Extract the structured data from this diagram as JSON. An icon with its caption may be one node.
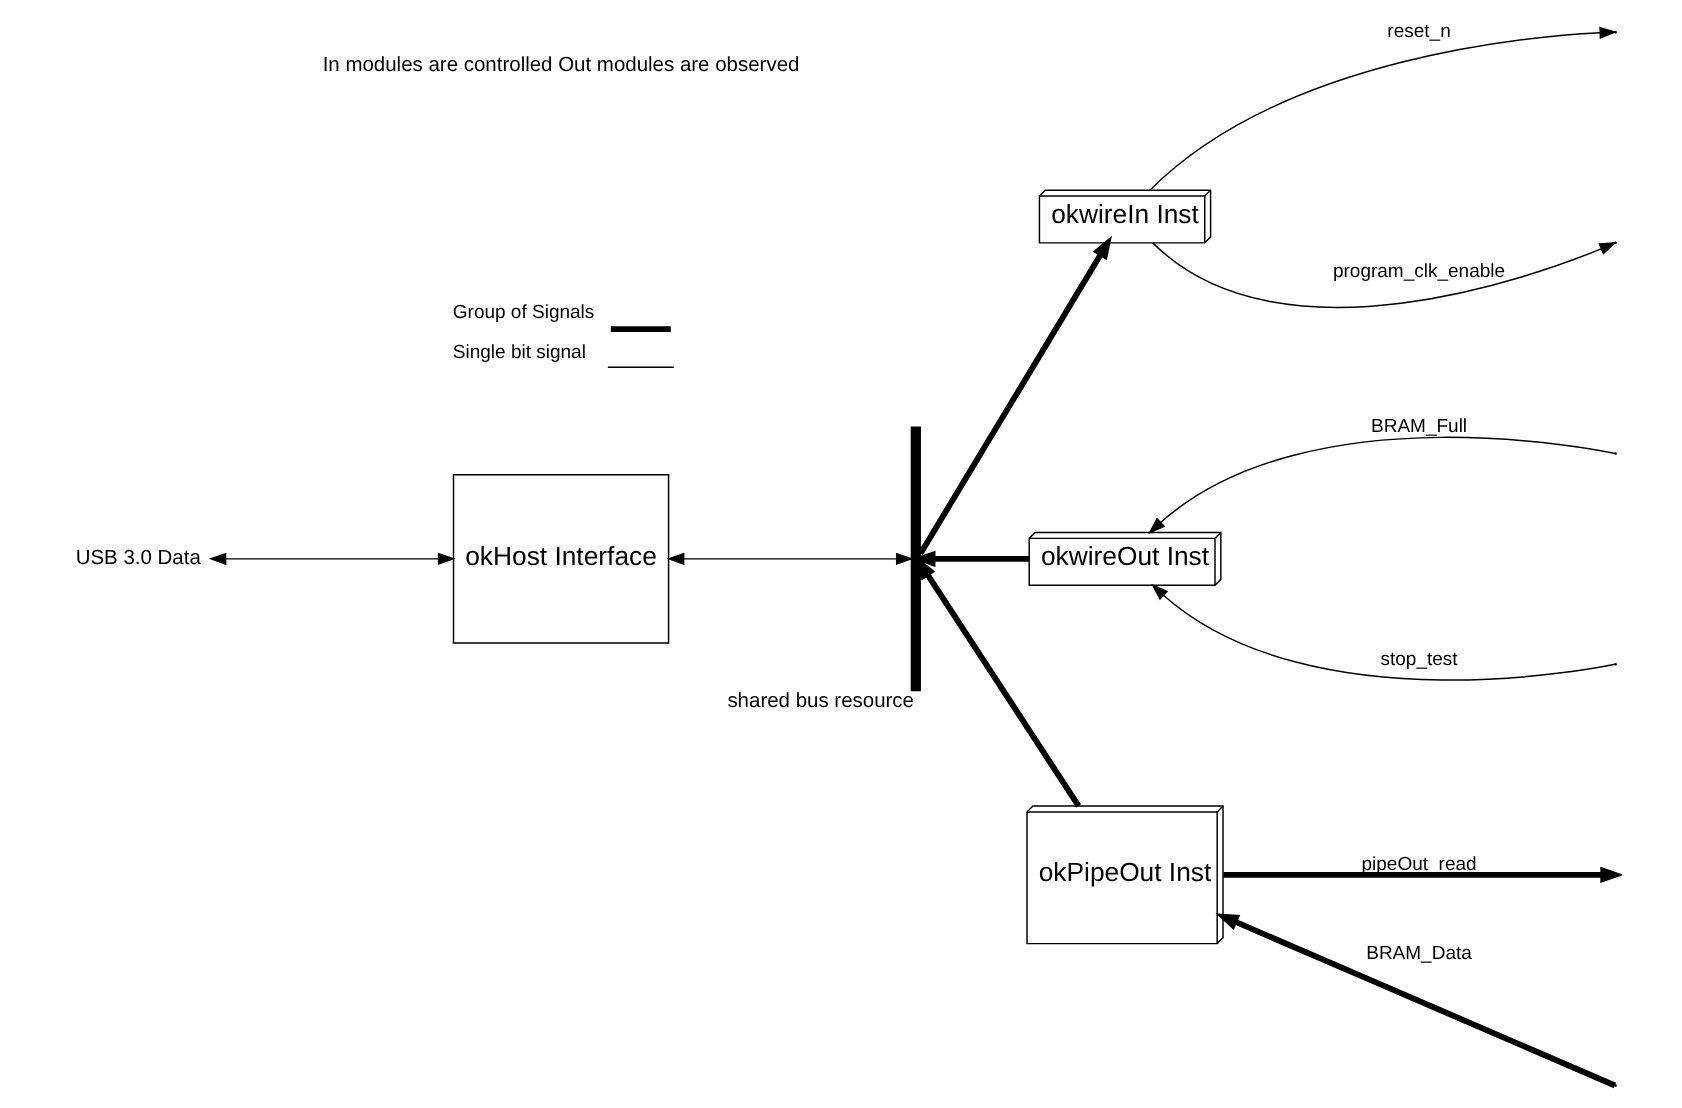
{
  "diagram": {
    "nodes": [
      {
        "text": [
          "USB 3.0 Data"
        ]
      },
      {
        "text": [
          "okHost Interface"
        ]
      },
      {
        "text": [],
        "shape": "bar",
        "beside": [
          "shared bus resource"
        ]
      },
      {
        "text": [
          "okwireIn Inst"
        ]
      },
      {
        "text": [
          "okwireOut Inst"
        ]
      },
      {
        "text": [
          "okPipeOut Inst"
        ]
      }
    ],
    "edges": [
      {
        "from": 0,
        "to": 1,
        "arrow": "both"
      },
      {
        "from": 1,
        "to": 2,
        "arrow": "both"
      },
      {
        "from": 2,
        "to": 3,
        "arrow": "to",
        "style": "thick"
      },
      {
        "from": 4,
        "to": 2,
        "arrow": "to",
        "style": "thick"
      },
      {
        "from": 5,
        "to": 2,
        "arrow": "to",
        "style": "thick"
      },
      {
        "from": 3,
        "to": null,
        "arrow": "to",
        "label": "reset_n"
      },
      {
        "from": 3,
        "to": null,
        "arrow": "to",
        "label": "program_clk_enable"
      },
      {
        "from": null,
        "to": 4,
        "arrow": "to",
        "label": "BRAM_Full"
      },
      {
        "from": null,
        "to": 4,
        "arrow": "to",
        "label": "stop_test"
      },
      {
        "from": null,
        "to": 5,
        "arrow": "to",
        "label": "BRAM_Data",
        "style": "thick"
      },
      {
        "from": 5,
        "to": null,
        "arrow": "to",
        "label": "pipeOut_read",
        "style": "thick"
      }
    ],
    "labels": [
      "In modules are controlled Out modules are observed"
    ],
    "legend": [
      {
        "text": "Group of Signals"
      },
      {
        "text": "Single bit signal"
      }
    ]
  }
}
